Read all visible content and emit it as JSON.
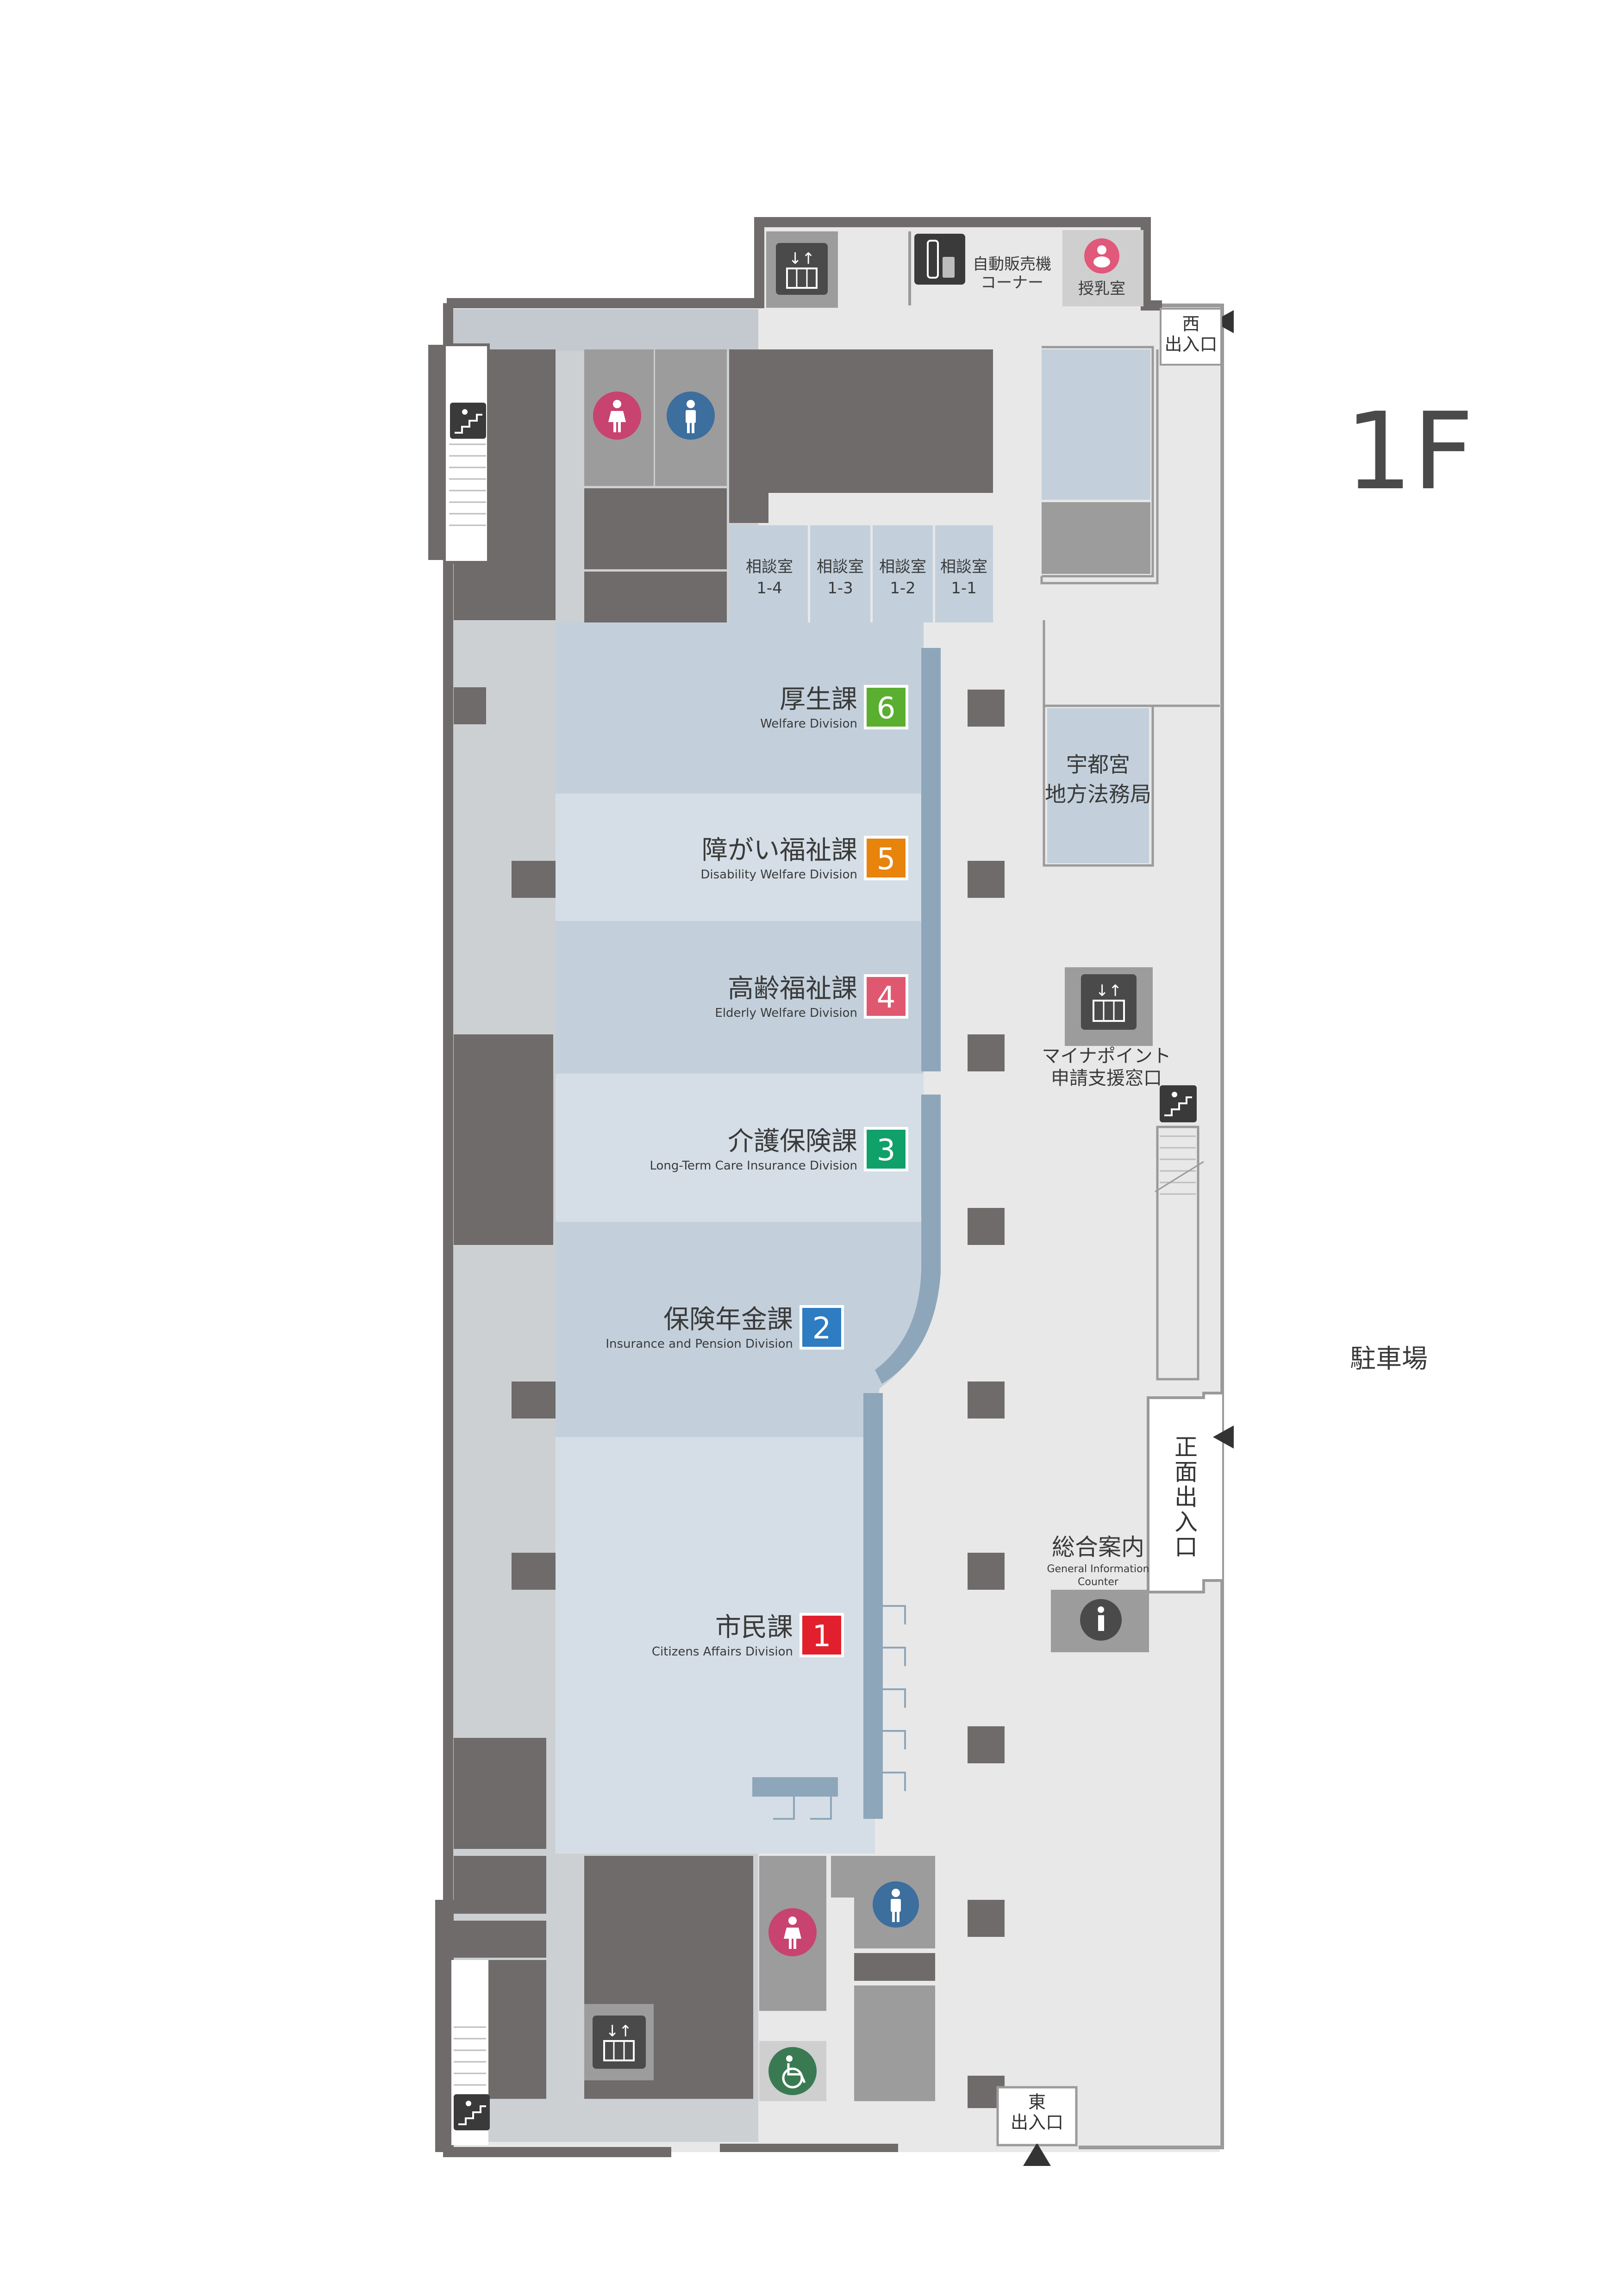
{
  "floor_label": "1F",
  "parking": "駐車場",
  "divisions": [
    {
      "number": "6",
      "jp": "厚生課",
      "en": "Welfare Division",
      "color": "#5aae30"
    },
    {
      "number": "5",
      "jp": "障がい福祉課",
      "en": "Disability Welfare Division",
      "color": "#e8830c"
    },
    {
      "number": "4",
      "jp": "高齢福祉課",
      "en": "Elderly Welfare Division",
      "color": "#e0586f"
    },
    {
      "number": "3",
      "jp": "介護保険課",
      "en": "Long-Term Care Insurance Division",
      "color": "#10a06a"
    },
    {
      "number": "2",
      "jp": "保険年金課",
      "en": "Insurance and Pension Division",
      "color": "#2e7cc2"
    },
    {
      "number": "1",
      "jp": "市民課",
      "en": "Citizens Affairs Division",
      "color": "#e2202d"
    }
  ],
  "consult_rooms": [
    {
      "name": "相談室",
      "num": "1-4"
    },
    {
      "name": "相談室",
      "num": "1-3"
    },
    {
      "name": "相談室",
      "num": "1-2"
    },
    {
      "name": "相談室",
      "num": "1-1"
    }
  ],
  "vending": {
    "line1": "自動販売機",
    "line2": "コーナー"
  },
  "nursing_room": "授乳室",
  "legal_bureau": {
    "line1": "宇都宮",
    "line2": "地方法務局"
  },
  "mynapoint": {
    "line1": "マイナポイント",
    "line2": "申請支援窓口"
  },
  "info_counter": {
    "jp": "総合案内",
    "en1": "General Information",
    "en2": "Counter"
  },
  "entrances": {
    "west": {
      "line1": "西",
      "line2": "出入口"
    },
    "front": "正面出入口",
    "east": {
      "line1": "東",
      "line2": "出入口"
    }
  },
  "icons": {
    "female": "female-restroom-icon",
    "male": "male-restroom-icon",
    "elevator": "elevator-icon",
    "stairs": "stairs-icon",
    "accessible": "accessible-restroom-icon",
    "info": "information-icon",
    "nursing": "nursing-room-icon",
    "vending": "vending-machine-icon"
  },
  "colors": {
    "wall": "#6f6b6b",
    "corridor": "#e8e8e8",
    "office": "#c3d0dc",
    "counter": "#8ea6ba",
    "restroom_female": "#c8436f",
    "restroom_male": "#3c6e9e",
    "accessible": "#3a7a52"
  }
}
